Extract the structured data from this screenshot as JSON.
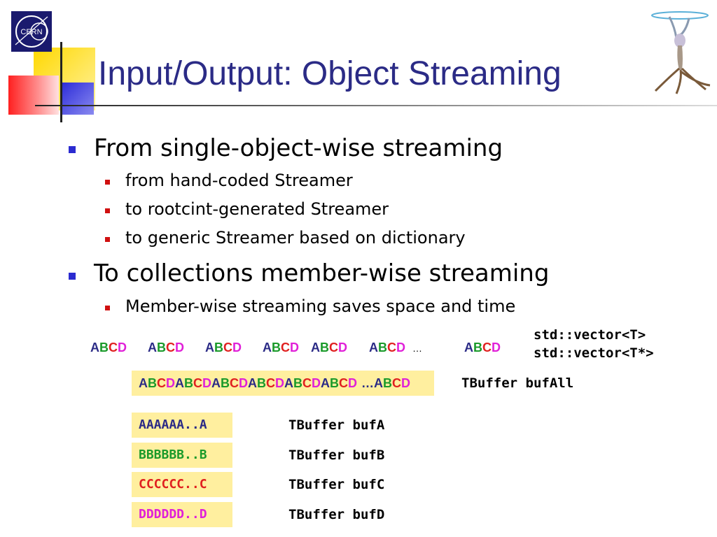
{
  "title": "Input/Output: Object Streaming",
  "logo_text": "CERN",
  "bullets": [
    {
      "text": "From single-object-wise streaming",
      "sub": [
        "from hand-coded Streamer",
        "to rootcint-generated Streamer",
        "to generic Streamer based on dictionary"
      ]
    },
    {
      "text": "To collections member-wise streaming",
      "sub": [
        "Member-wise streaming saves space and time"
      ]
    }
  ],
  "diagram": {
    "letters": [
      "A",
      "B",
      "C",
      "D"
    ],
    "ellipsis": "…",
    "vector_labels": [
      "std::vector<T>",
      "std::vector<T*>"
    ],
    "bufall_ellipsis": "…",
    "bufall_label": "TBuffer bufAll",
    "member_buffers": [
      {
        "content": "AAAAAA..A",
        "label": "TBuffer bufA",
        "color": "#2b2b86"
      },
      {
        "content": "BBBBBB..B",
        "label": "TBuffer bufB",
        "color": "#1a9a2a"
      },
      {
        "content": "CCCCCC..C",
        "label": "TBuffer bufC",
        "color": "#e02020"
      },
      {
        "content": "DDDDDD..D",
        "label": "TBuffer bufD",
        "color": "#e020d8"
      }
    ]
  },
  "colors": {
    "title": "#2b2b86",
    "A": "#2b2b86",
    "B": "#1a9a2a",
    "C": "#e02020",
    "D": "#e020d8",
    "box_fill": "#ffef9f"
  }
}
